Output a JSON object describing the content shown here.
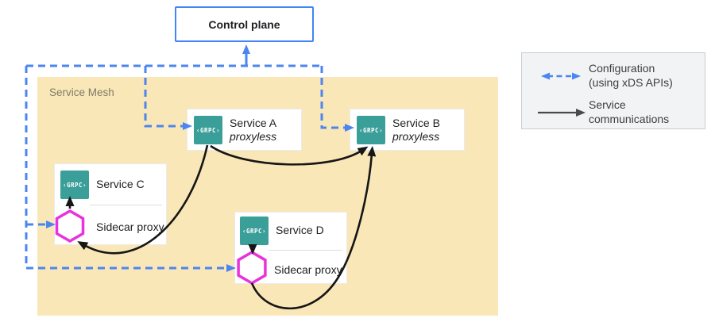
{
  "colors": {
    "accent_blue": "#4285f4",
    "mesh_background": "#fae7b8",
    "grpc_teal": "#3a9e99",
    "hexagon_magenta": "#e832dc",
    "arrow_black": "#161616",
    "legend_background": "#f1f3f4"
  },
  "control_plane": {
    "label": "Control plane"
  },
  "service_mesh": {
    "label": "Service Mesh"
  },
  "grpc_badge": "‹GRPC›",
  "services": {
    "a": {
      "name": "Service A",
      "mode": "proxyless"
    },
    "b": {
      "name": "Service B",
      "mode": "proxyless"
    },
    "c": {
      "name": "Service C",
      "sidecar_label": "Sidecar proxy"
    },
    "d": {
      "name": "Service D",
      "sidecar_label": "Sidecar proxy"
    }
  },
  "legend": {
    "config_line1": "Configuration",
    "config_line2": "(using xDS APIs)",
    "service_line1": "Service",
    "service_line2": "communications"
  }
}
